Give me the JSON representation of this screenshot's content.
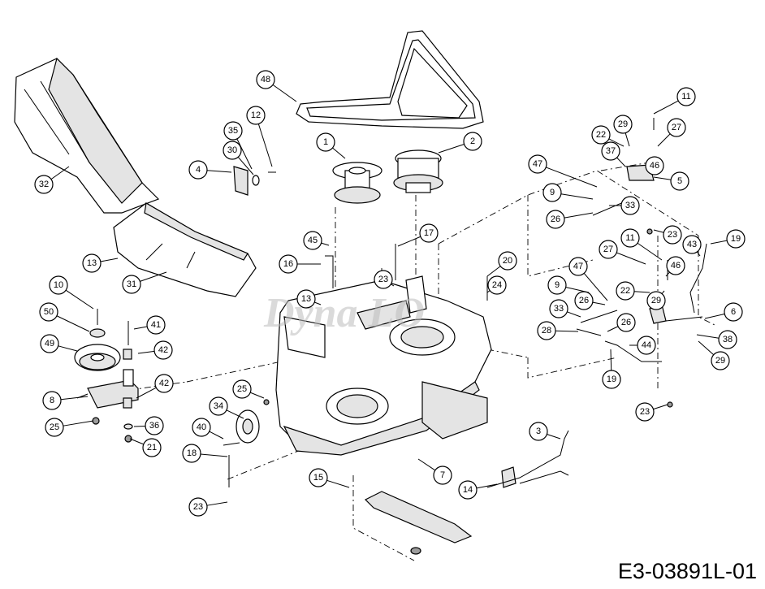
{
  "drawing_code": "E3-03891L-01",
  "watermark": "Dyna LO",
  "callouts": [
    "1",
    "2",
    "3",
    "4",
    "5",
    "6",
    "7",
    "8",
    "9",
    "9",
    "10",
    "11",
    "11",
    "12",
    "13",
    "13",
    "14",
    "15",
    "16",
    "17",
    "18",
    "19",
    "19",
    "20",
    "21",
    "22",
    "22",
    "23",
    "23",
    "23",
    "23",
    "24",
    "25",
    "25",
    "26",
    "26",
    "26",
    "27",
    "27",
    "28",
    "29",
    "29",
    "29",
    "30",
    "31",
    "32",
    "33",
    "33",
    "34",
    "35",
    "36",
    "37",
    "38",
    "40",
    "41",
    "42",
    "42",
    "43",
    "44",
    "45",
    "46",
    "46",
    "47",
    "47",
    "48",
    "49",
    "50"
  ],
  "colors": {
    "line": "#000000",
    "fill": "#ffffff",
    "watermark": "#bdbdbd"
  }
}
